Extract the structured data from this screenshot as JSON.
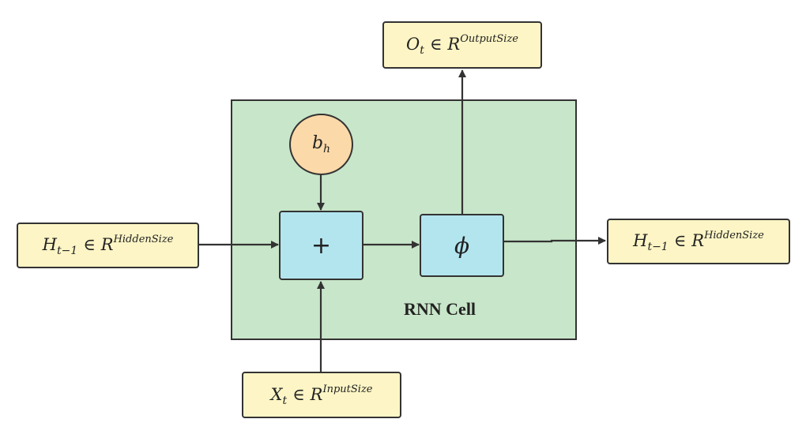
{
  "colors": {
    "tensor_fill": "#fdf5c5",
    "cell_fill": "#c8e6c9",
    "op_fill": "#b3e5ef",
    "bias_fill": "#fcd9a8",
    "stroke": "#333333"
  },
  "cell": {
    "label": "RNN Cell"
  },
  "nodes": {
    "h_prev": {
      "symbol": "H",
      "sub": "t−1",
      "rel": "∈",
      "space": "R",
      "sup": "HiddenSize"
    },
    "h_next": {
      "symbol": "H",
      "sub": "t−1",
      "rel": "∈",
      "space": "R",
      "sup": "HiddenSize"
    },
    "x_t": {
      "symbol": "X",
      "sub": "t",
      "rel": "∈",
      "space": "R",
      "sup": "InputSize"
    },
    "o_t": {
      "symbol": "O",
      "sub": "t",
      "rel": "∈",
      "space": "R",
      "sup": "OutputSize"
    },
    "bias": {
      "symbol": "b",
      "sub": "h"
    },
    "add": {
      "symbol": "+"
    },
    "activation": {
      "symbol": "ϕ"
    }
  },
  "edges": [
    {
      "from": "h_prev",
      "to": "add"
    },
    {
      "from": "x_t",
      "to": "add"
    },
    {
      "from": "bias",
      "to": "add"
    },
    {
      "from": "add",
      "to": "activation"
    },
    {
      "from": "activation",
      "to": "h_next"
    },
    {
      "from": "activation",
      "to": "o_t"
    }
  ]
}
